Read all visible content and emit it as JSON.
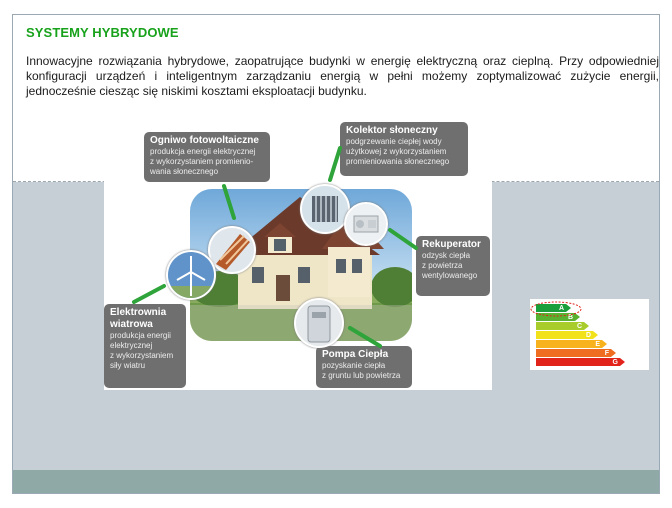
{
  "slide": {
    "title": "SYSTEMY HYBRYDOWE",
    "paragraph": "Innowacyjne rozwiązania hybrydowe, zaopatrujące budynki w energię elektryczną oraz cieplną. Przy odpowiedniej konfiguracji urządzeń i inteligentnym zarządzaniu energią w pełni możemy zoptymalizować zużycie energii,  jednocześnie ciesząc się niskimi kosztami eksploatacji budynku."
  },
  "illustration": {
    "cards": {
      "pv": {
        "title": "Ogniwo fotowoltaiczne",
        "lines": [
          "produkcja energii elektrycznej",
          "z wykorzystaniem promienio-",
          "wania słonecznego"
        ]
      },
      "collector": {
        "title": "Kolektor słoneczny",
        "lines": [
          "podgrzewanie ciepłej wody",
          "użytkowej z wykorzystaniem",
          "promieniowania słonecznego"
        ]
      },
      "recuperator": {
        "title": "Rekuperator",
        "lines": [
          "odzysk ciepła",
          "z powietrza",
          "wentylowanego"
        ]
      },
      "wind": {
        "title": "Elektrownia wiatrowa",
        "lines": [
          "produkcja energii",
          "elektrycznej",
          "z wykorzystaniem",
          "siły wiatru"
        ]
      },
      "heatpump": {
        "title": "Pompa Ciepła",
        "lines": [
          "pozyskanie ciepła",
          "z gruntu lub powietrza"
        ]
      }
    },
    "icons": [
      "solar-panel-icon",
      "solar-collector-icon",
      "recuperator-icon",
      "wind-turbine-icon",
      "heat-pump-icon",
      "house-photo"
    ],
    "arrow_color": "#2ea43a"
  },
  "energy_label": {
    "classes": [
      "A",
      "B",
      "C",
      "D",
      "E",
      "F",
      "G"
    ],
    "colors": [
      "#1a9f3a",
      "#58b230",
      "#a8cc2a",
      "#f2e21c",
      "#f7b21d",
      "#ee6d21",
      "#e2231a"
    ],
    "highlighted": "A"
  },
  "colors": {
    "title": "#18a21b",
    "band": "#c5cfd5",
    "footer": "#8faaa6"
  }
}
